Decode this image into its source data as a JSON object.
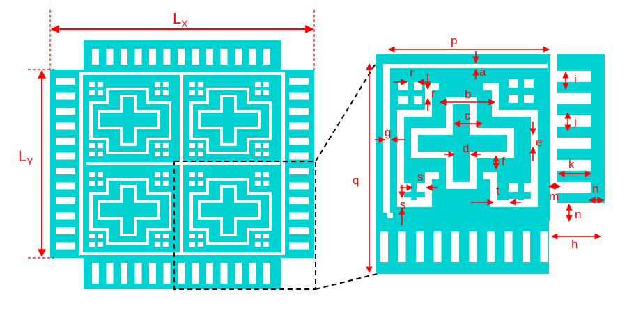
{
  "colors": {
    "metal": "#00d1d1",
    "annotation": "#ff0000",
    "background": "#ffffff",
    "callout": "#000000"
  },
  "left_view": {
    "dimension_x": {
      "main": "L",
      "sub": "X"
    },
    "dimension_y": {
      "main": "L",
      "sub": "Y"
    }
  },
  "right_view": {
    "labels": {
      "p": "p",
      "q": "q",
      "a": "a",
      "b": "b",
      "c": "c",
      "d": "d",
      "e": "e",
      "f": "f",
      "g": "g",
      "h": "h",
      "i": "i",
      "j": "j",
      "k": "k",
      "m": "m",
      "n_top": "n",
      "n_bottom": "n",
      "r_top": "r",
      "r_side": "r",
      "s_top": "s",
      "s_side": "s",
      "t": "t"
    }
  },
  "icons": {
    "arrow": "arrowhead-icon",
    "zoom_box": "dashed-zoom-rectangle"
  }
}
